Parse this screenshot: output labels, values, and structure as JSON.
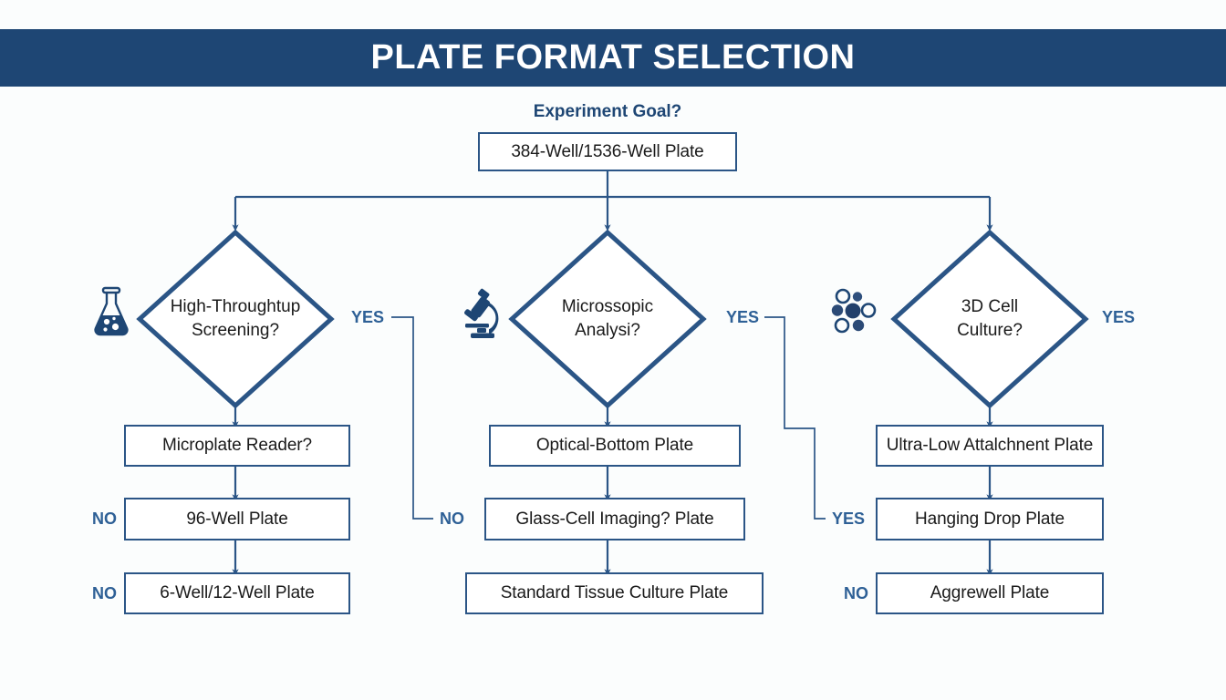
{
  "header": {
    "title": "PLATE FORMAT SELECTION",
    "bar_color": "#1e4674"
  },
  "theme": {
    "background": "#fbfdfd",
    "line_color": "#2b5586",
    "label_color": "#2e6096",
    "box_border": "#2b5586",
    "box_fill": "#ffffff",
    "text_color": "#1a1a1a",
    "icon_color": "#1e4674"
  },
  "root": {
    "question_label": "Experiment Goal?",
    "box_label": "384-Well/1536-Well Plate"
  },
  "branches": [
    {
      "id": "high-throughput",
      "icon": "flask-icon",
      "decision_line1": "High-Throughtup",
      "decision_line2": "Screening?",
      "yes_label": "YES",
      "steps": [
        {
          "label": "Microplate Reader?",
          "branch_label": ""
        },
        {
          "label": "96-Well Plate",
          "branch_label": "NO"
        },
        {
          "label": "6-Well/12-Well Plate",
          "branch_label": "NO"
        }
      ],
      "connector_end_label": "NO"
    },
    {
      "id": "microscopic-analysis",
      "icon": "microscope-icon",
      "decision_line1": "Microssopic",
      "decision_line2": "Analysi?",
      "yes_label": "YES",
      "steps": [
        {
          "label": "Optical-Bottom Plate",
          "branch_label": ""
        },
        {
          "label": "Glass-Cell Imaging? Plate",
          "branch_label": ""
        },
        {
          "label": "Standard Tissue Culture Plate",
          "branch_label": ""
        }
      ],
      "connector_end_label": "YES"
    },
    {
      "id": "3d-cell-culture",
      "icon": "cell-cluster-icon",
      "decision_line1": "3D Cell",
      "decision_line2": "Culture?",
      "yes_label": "YES",
      "steps": [
        {
          "label": "Ultra-Low Attalchnent Plate",
          "branch_label": ""
        },
        {
          "label": "Hanging Drop Plate",
          "branch_label": ""
        },
        {
          "label": "Aggrewell Plate",
          "branch_label": "NO"
        }
      ],
      "connector_end_label": ""
    }
  ]
}
